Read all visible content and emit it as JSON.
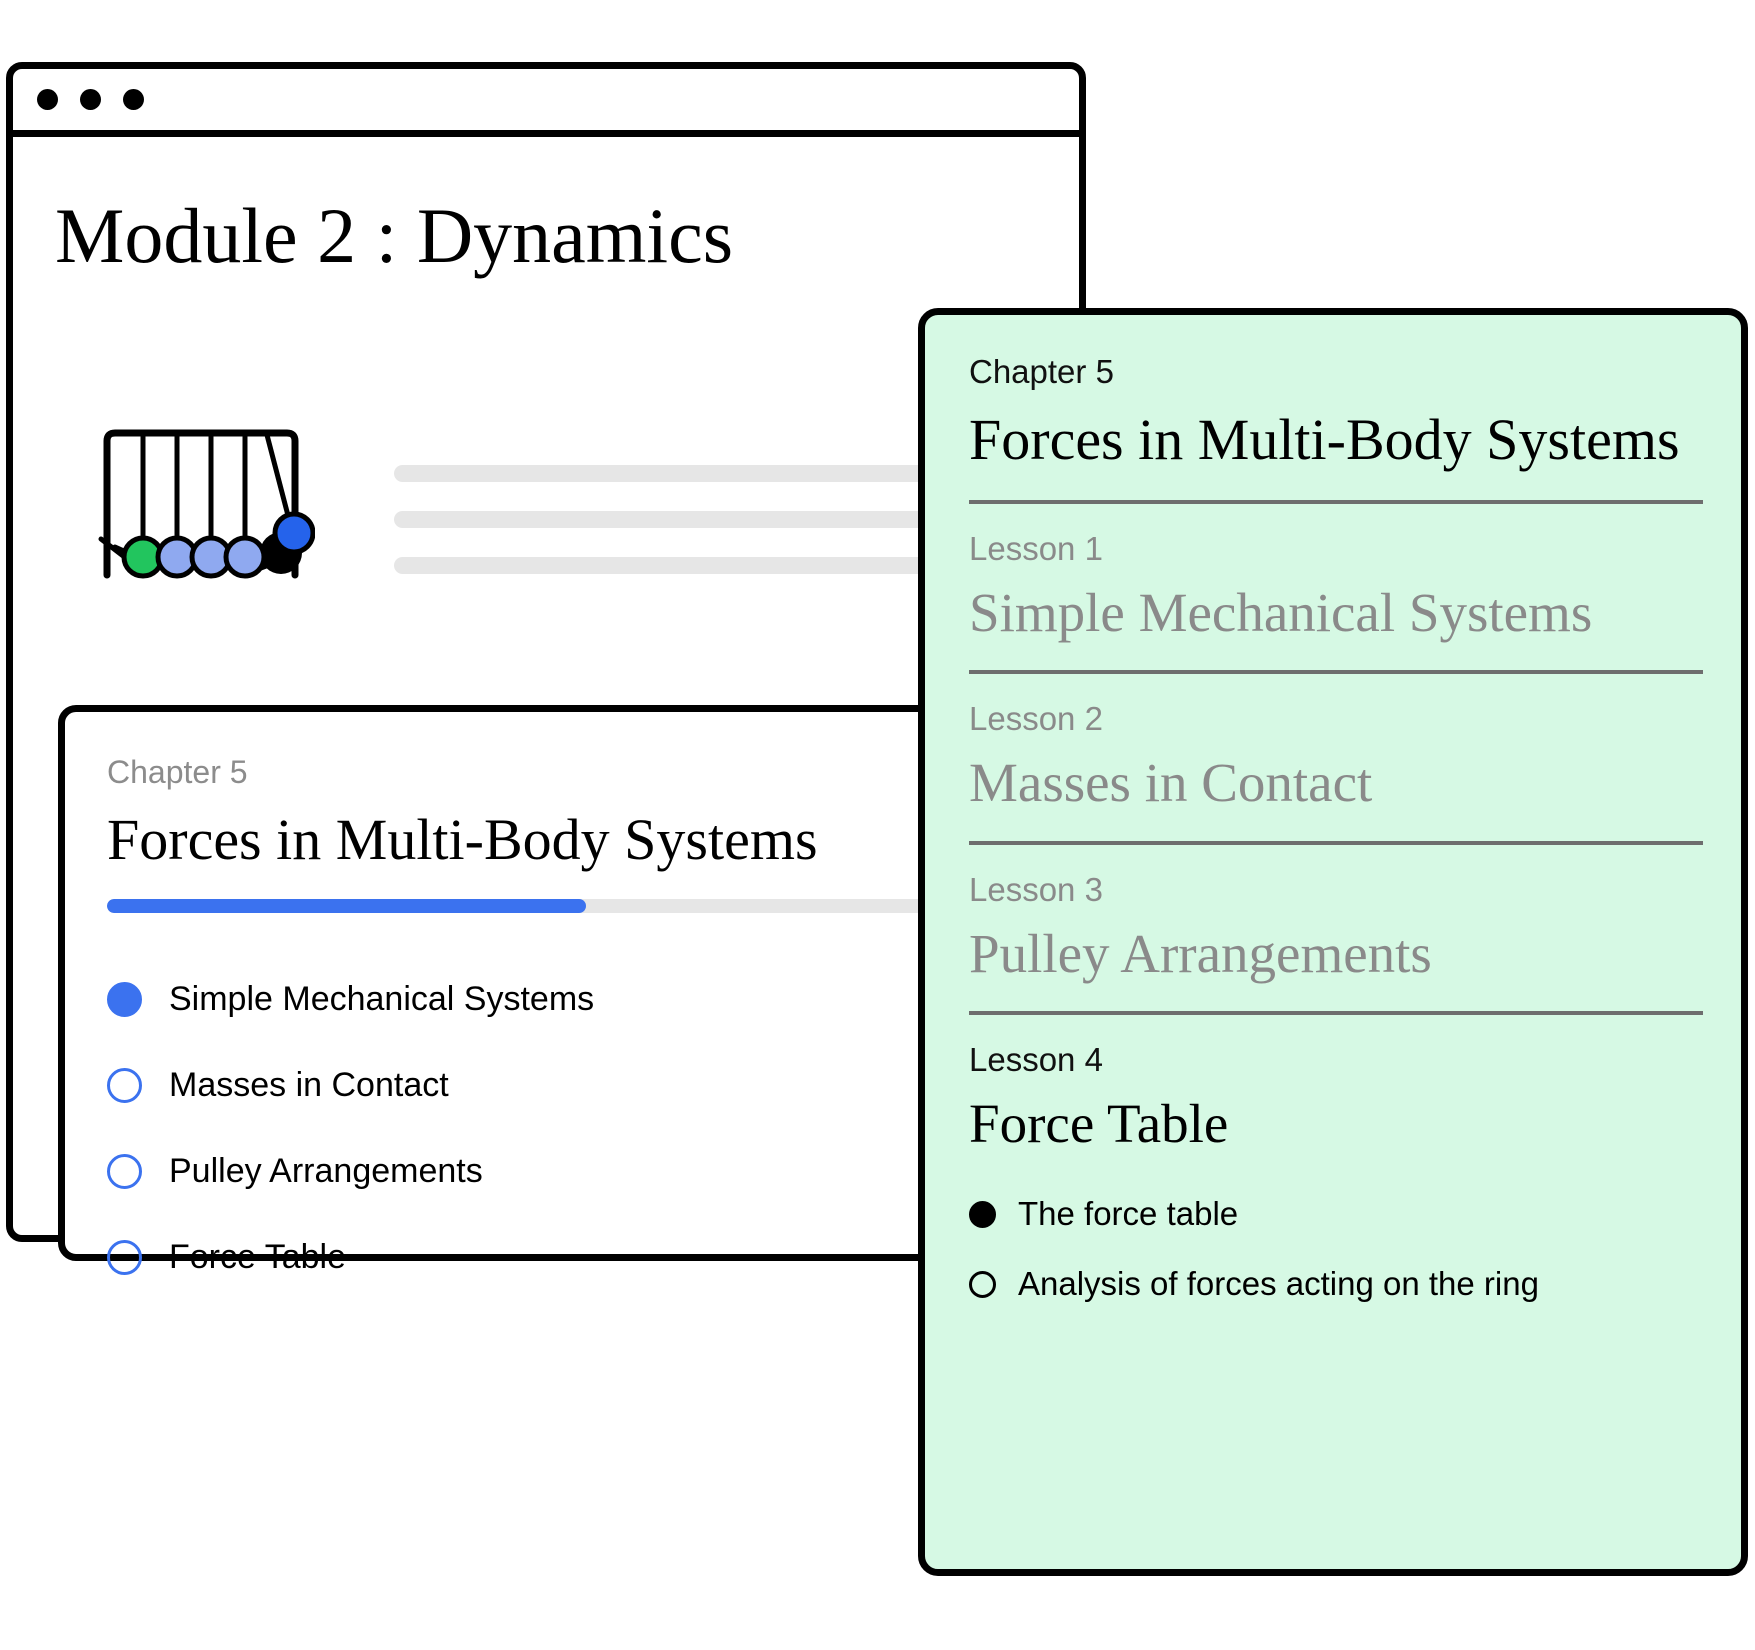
{
  "window": {
    "traffic_lights": [
      "close-dot",
      "minimize-dot",
      "maximize-dot"
    ],
    "module_title": "Module 2 : Dynamics"
  },
  "illustration": {
    "name": "newtons-cradle",
    "ball_colors": [
      "#22c55e",
      "#8fa9f0",
      "#8fa9f0",
      "#8fa9f0",
      "#000000",
      "#2563eb"
    ],
    "frame_color": "#000000"
  },
  "placeholder_bars": {
    "count": 3,
    "color": "#e6e6e6"
  },
  "chapter_card": {
    "eyebrow": "Chapter 5",
    "title": "Forces in Multi-Body Systems",
    "progress": {
      "percent": 55,
      "fill_color": "#3b72ef",
      "track_color": "#e6e6e6"
    },
    "lessons": [
      {
        "label": "Simple Mechanical Systems",
        "state": "filled"
      },
      {
        "label": "Masses in Contact",
        "state": "empty"
      },
      {
        "label": "Pulley Arrangements",
        "state": "empty"
      },
      {
        "label": "Force Table",
        "state": "empty"
      }
    ]
  },
  "green_panel": {
    "background": "#d6f9e4",
    "eyebrow": "Chapter 5",
    "title": "Forces in Multi-Body Systems",
    "lessons": [
      {
        "number": "Lesson 1",
        "title": "Simple Mechanical Systems",
        "active": false
      },
      {
        "number": "Lesson 2",
        "title": "Masses in Contact",
        "active": false
      },
      {
        "number": "Lesson 3",
        "title": "Pulley Arrangements",
        "active": false
      },
      {
        "number": "Lesson 4",
        "title": "Force Table",
        "active": true
      }
    ],
    "subitems": [
      {
        "label": "The force table",
        "state": "filled"
      },
      {
        "label": "Analysis of forces acting on the ring",
        "state": "empty"
      }
    ]
  }
}
